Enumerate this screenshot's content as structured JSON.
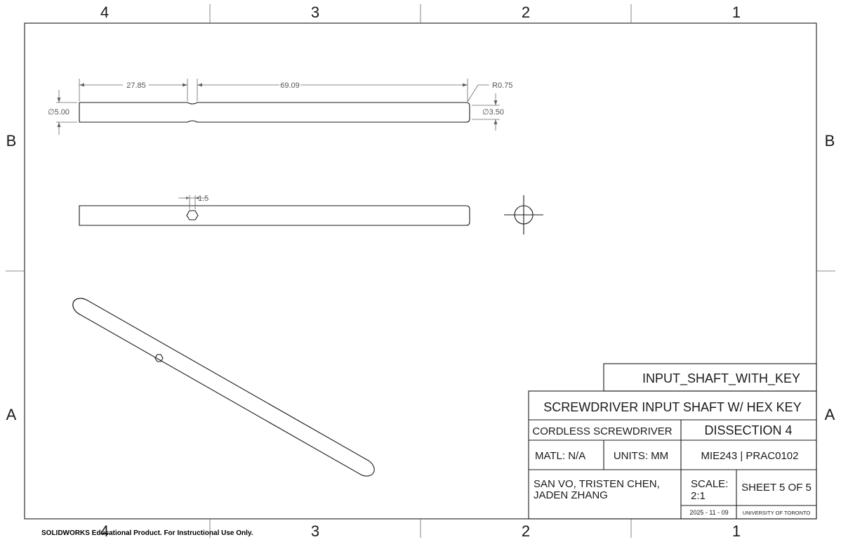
{
  "zones": {
    "columns": [
      "4",
      "3",
      "2",
      "1"
    ],
    "rows": [
      "B",
      "A"
    ]
  },
  "dimensions": {
    "length_left": "27.85",
    "length_right": "69.09",
    "radius": "R0.75",
    "diameter_large": "∅5.00",
    "diameter_small": "∅3.50",
    "hex_width": "1.5"
  },
  "title_block": {
    "part_name": "INPUT_SHAFT_WITH_KEY",
    "title": "SCREWDRIVER INPUT SHAFT W/ HEX KEY",
    "assembly": "CORDLESS SCREWDRIVER",
    "dissection": "DISSECTION 4",
    "material": "MATL: N/A",
    "units": "UNITS: MM",
    "course": "MIE243 | PRAC0102",
    "authors_line1": "SAN VO, TRISTEN CHEN,",
    "authors_line2": "JADEN ZHANG",
    "scale_line1": "SCALE:",
    "scale_line2": "2:1",
    "sheet": "SHEET 5 OF 5",
    "date": "2025 - 11 - 09",
    "institution": "UNIVERSITY OF TORONTO"
  },
  "watermark": "SOLIDWORKS Educational Product. For Instructional Use Only."
}
